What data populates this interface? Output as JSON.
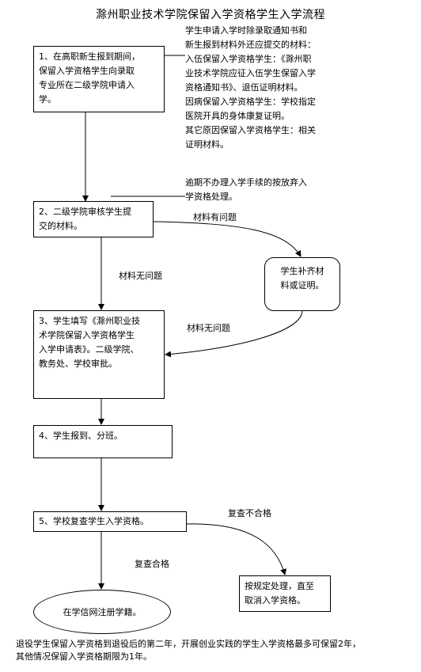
{
  "title": "滁州职业技术学院保留入学资格学生入学流程",
  "note_top": "学生申请入学时除录取通知书和\n新生报到材料外还应提交的材料：\n入伍保留入学资格学生：《滁州职\n业技术学院应征入伍学生保留入学\n资格通知书》、退伍证明材料。\n因病保留入学资格学生：学校指定\n医院开具的身体康复证明。\n其它原因保留入学资格学生：相关\n证明材料。",
  "note_overdue": "逾期不办理入学手续的按放弃入\n学资格处理。",
  "steps": {
    "s1": "1、在高职新生报到期间，\n保留入学资格学生向录取\n专业所在二级学院申请入\n学。",
    "s2": "2、二级学院审核学生提\n交的材料。",
    "s3": "3、学生填写《滁州职业技\n术学院保留入学资格学生\n入学申请表》。二级学院、\n教务处、学校审批。",
    "s4": "4、学生报到、分班。",
    "s5": "5、学校复查学生入学资格。"
  },
  "side_box": "学生补齐材\n料或证明。",
  "fail_box": "按规定处理，直至\n取消入学资格。",
  "end_ellipse": "在学信网注册学籍。",
  "labels": {
    "material_issue": "材料有问题",
    "material_ok_1": "材料无问题",
    "material_ok_2": "材料无问题",
    "recheck_fail": "复查不合格",
    "recheck_pass": "复查合格"
  },
  "footer": "退役学生保留入学资格到退役后的第二年，开展创业实践的学生入学资格最多可保留2年，\n其他情况保留入学资格期限为1年。"
}
